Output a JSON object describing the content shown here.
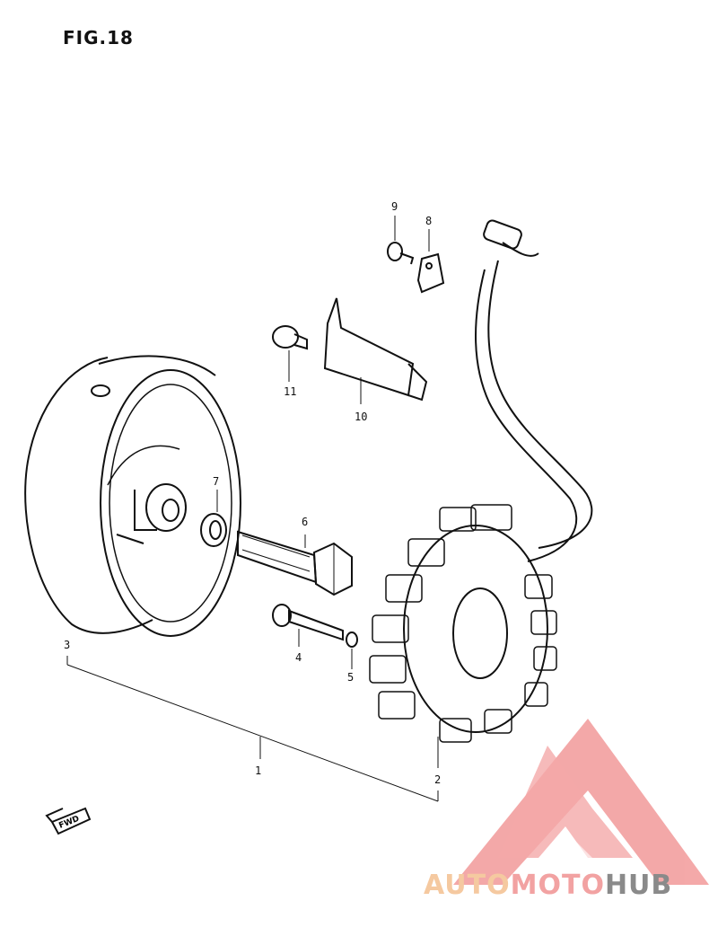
{
  "figure": {
    "title": "FIG.18"
  },
  "callouts": [
    {
      "id": "c1",
      "label": "1"
    },
    {
      "id": "c2",
      "label": "2"
    },
    {
      "id": "c3",
      "label": "3"
    },
    {
      "id": "c4",
      "label": "4"
    },
    {
      "id": "c5",
      "label": "5"
    },
    {
      "id": "c6",
      "label": "6"
    },
    {
      "id": "c7",
      "label": "7"
    },
    {
      "id": "c8",
      "label": "8"
    },
    {
      "id": "c9",
      "label": "9"
    },
    {
      "id": "c10",
      "label": "10"
    },
    {
      "id": "c11",
      "label": "11"
    }
  ],
  "direction_marker": {
    "text": "FWD"
  },
  "watermark": {
    "part1": "AUTO",
    "part2": "MOTO",
    "part3": "HUB",
    "colors": {
      "auto": "#f5c9a0",
      "moto": "#f2a2a2",
      "hub": "#8a8a8a",
      "logo": "#f08a8a"
    }
  },
  "colors": {
    "line": "#111111"
  }
}
